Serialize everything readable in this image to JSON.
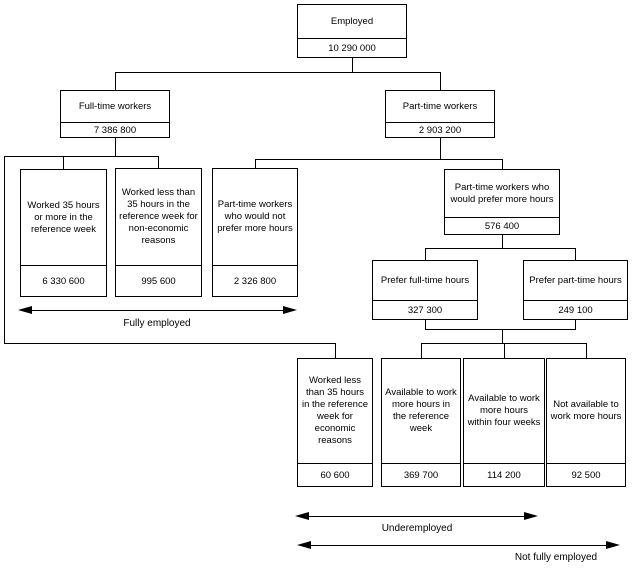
{
  "diagram": {
    "type": "tree-flowchart",
    "topic": "Employment status breakdown"
  },
  "nodes": [
    {
      "id": "employed",
      "label": "Employed",
      "value": "10 290 000",
      "parent": null
    },
    {
      "id": "full-time-workers",
      "label": "Full-time workers",
      "value": "7 386 800",
      "parent": "employed"
    },
    {
      "id": "part-time-workers",
      "label": "Part-time workers",
      "value": "2 903 200",
      "parent": "employed"
    },
    {
      "id": "worked-35-or-more",
      "label": "Worked 35 hours or more in the reference week",
      "value": "6 330 600",
      "parent": "full-time-workers"
    },
    {
      "id": "worked-less-non-economic",
      "label": "Worked less than 35 hours in the reference week for non-economic reasons",
      "value": "995 600",
      "parent": "full-time-workers"
    },
    {
      "id": "pt-would-not-prefer",
      "label": "Part-time workers who would not prefer more hours",
      "value": "2 326 800",
      "parent": "part-time-workers"
    },
    {
      "id": "pt-would-prefer",
      "label": "Part-time workers who would prefer more hours",
      "value": "576 400",
      "parent": "part-time-workers"
    },
    {
      "id": "prefer-full-time",
      "label": "Prefer full-time hours",
      "value": "327 300",
      "parent": "pt-would-prefer"
    },
    {
      "id": "prefer-part-time",
      "label": "Prefer part-time hours",
      "value": "249 100",
      "parent": "pt-would-prefer"
    },
    {
      "id": "worked-less-economic",
      "label": "Worked less than 35 hours in the reference week for economic reasons",
      "value": "60 600",
      "parent": "full-time-workers"
    },
    {
      "id": "available-reference-week",
      "label": "Available to work more hours in the reference week",
      "value": "369 700",
      "parent": "prefer-boxes"
    },
    {
      "id": "available-four-weeks",
      "label": "Available to work more hours within four weeks",
      "value": "114 200",
      "parent": "prefer-boxes"
    },
    {
      "id": "not-available",
      "label": "Not available to work more hours",
      "value": "92 500",
      "parent": "prefer-boxes"
    }
  ],
  "spans": [
    {
      "id": "fully-employed",
      "label": "Fully employed"
    },
    {
      "id": "underemployed",
      "label": "Underemployed"
    },
    {
      "id": "not-fully-employed",
      "label": "Not fully employed"
    }
  ],
  "colors": {
    "line": "#000000",
    "background": "#ffffff"
  }
}
